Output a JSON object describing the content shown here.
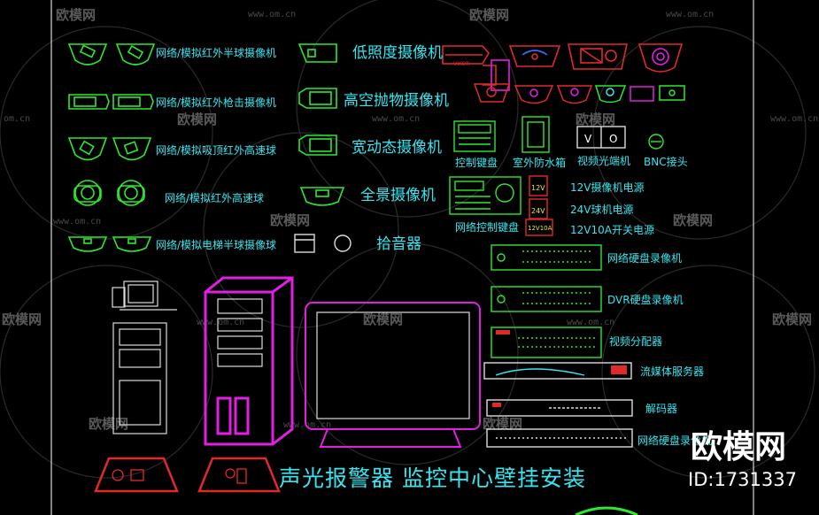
{
  "labels": {
    "ip_ir_dome_camera": "网络/模拟红外半球摄像机",
    "ip_ir_bullet_camera": "网络/模拟红外枪击摄像机",
    "ip_ir_ceiling_speed_dome": "网络/模拟吸顶红外高速球",
    "ip_ir_speed_dome": "网络/模拟红外高速球",
    "ip_elevator_dome": "网络/模拟电梯半球摄像球",
    "low_light_camera": "低照度摄像机",
    "high_altitude_camera": "高空抛物摄像机",
    "wdr_camera": "宽动态摄像机",
    "panoramic_camera": "全景摄像机",
    "sound_pickup": "拾音器",
    "control_keyboard": "控制键盘",
    "outdoor_box": "室外防水箱",
    "video_optical_transceiver": "视频光端机",
    "bnc_connector": "BNC接头",
    "network_keyboard": "网络控制键盘",
    "psu_12v_camera": "12V摄像机电源",
    "psu_24v_dome": "24V球机电源",
    "psu_12v10a": "12V10A开关电源",
    "nvr": "网络硬盘录像机",
    "dvr": "DVR硬盘录像机",
    "video_distributor": "视频分配器",
    "streaming_server": "流媒体服务器",
    "decoder": "解码器",
    "nvr_2": "网络硬盘录像机",
    "title": "声光报警器 监控中心壁挂安装"
  },
  "device_text": {
    "psu_12v": "12V",
    "psu_24v": "24V",
    "psu_12v10a": "12V10A",
    "transceiver_v": "V",
    "transceiver_o": "O",
    "vendor": "VIKOR"
  },
  "watermark": {
    "brand": "欧模网",
    "url": "www.om.cn",
    "short_url": "om.cn"
  },
  "brand": {
    "name": "欧模网",
    "id": "ID:1731337"
  },
  "colors": {
    "cyan": "#35e6f0",
    "green": "#2ee82e",
    "magenta": "#e020e0",
    "red": "#e02a2a",
    "white": "#ffffff",
    "yellow": "#e8e830"
  }
}
